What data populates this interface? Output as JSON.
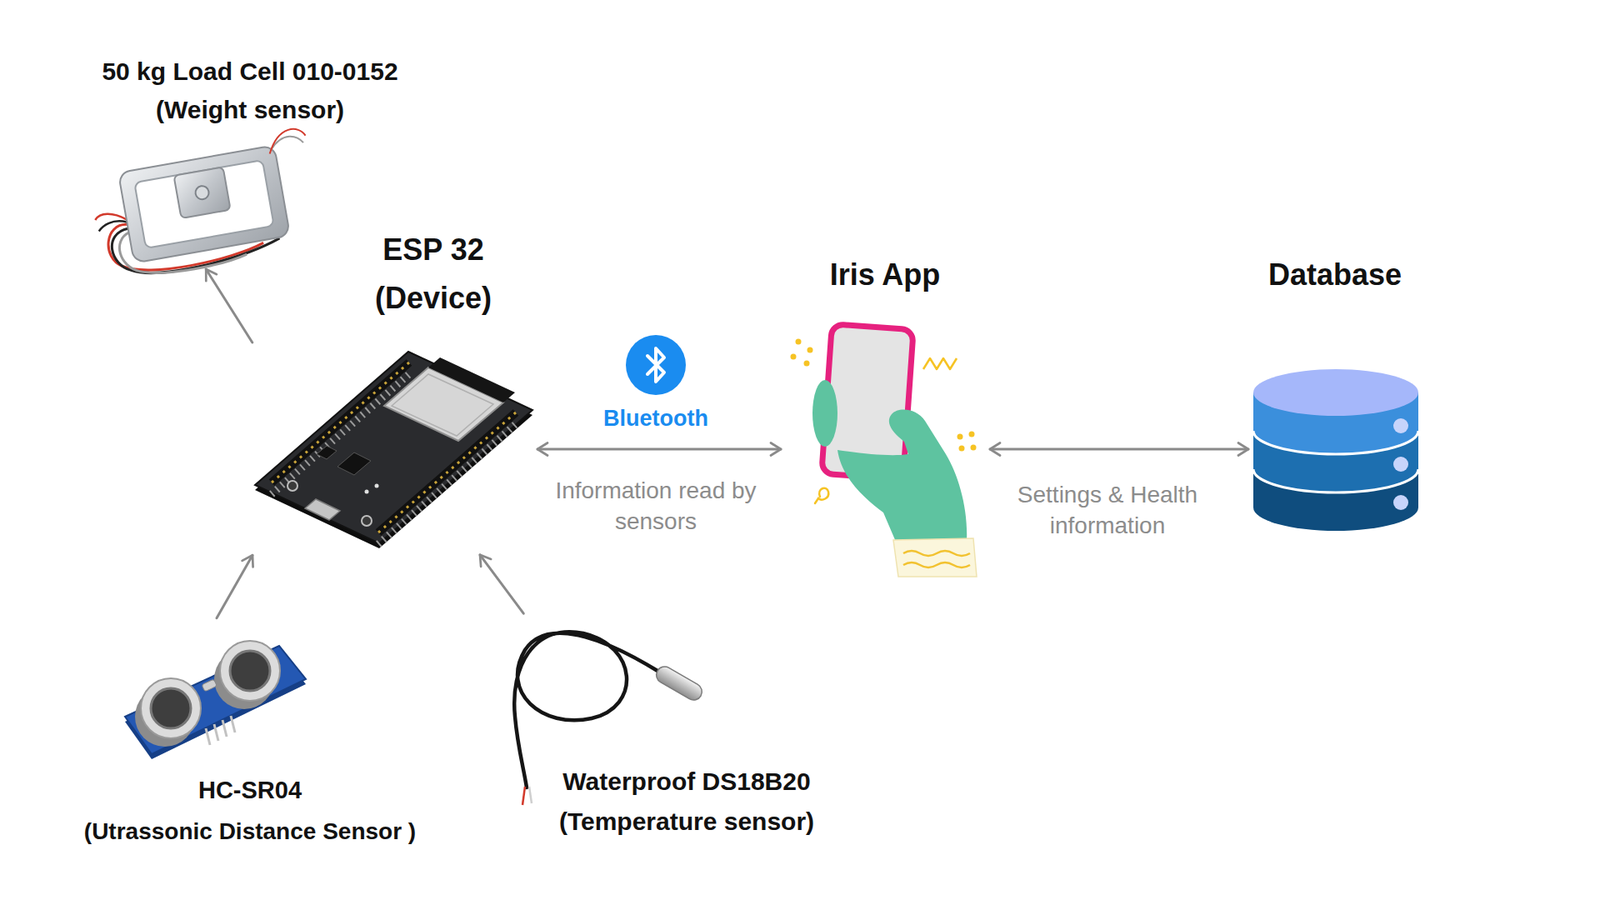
{
  "diagram": {
    "nodes": [
      {
        "text": [
          "50 kg Load Cell 010-0152",
          "(Weight sensor)"
        ]
      },
      {
        "text": [
          "ESP 32",
          "(Device)"
        ]
      },
      {
        "text": [
          "Iris App"
        ]
      },
      {
        "text": [
          "Database"
        ]
      },
      {
        "text": [
          "HC-SR04",
          "(Utrassonic Distance Sensor )"
        ]
      },
      {
        "text": [
          "Waterproof DS18B20",
          "(Temperature sensor)"
        ]
      }
    ],
    "edges": [
      {
        "from": 1,
        "to": 0,
        "arrow": "to"
      },
      {
        "from": 4,
        "to": 1,
        "arrow": "to"
      },
      {
        "from": 5,
        "to": 1,
        "arrow": "to"
      },
      {
        "from": 1,
        "to": 2,
        "label": "Information read by sensors",
        "arrow": "both"
      },
      {
        "from": 2,
        "to": 3,
        "label": "Settings & Health information",
        "arrow": "both"
      }
    ],
    "labels": [
      "Bluetooth"
    ]
  }
}
